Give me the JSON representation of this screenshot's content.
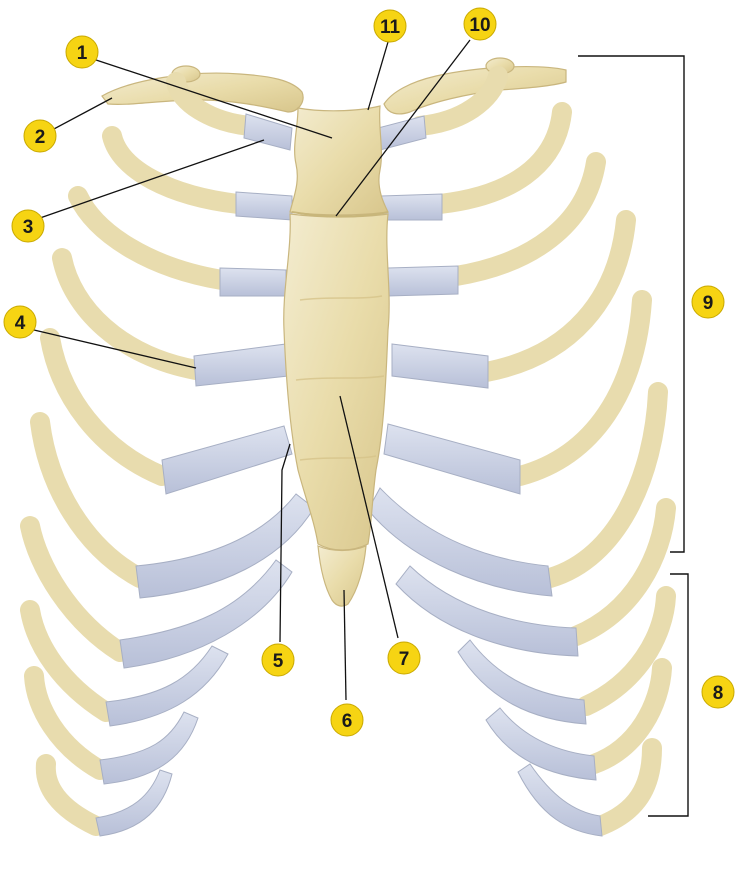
{
  "colors": {
    "bone": "#efe6c2",
    "bone_shade": "#d9c98f",
    "cartilage": "#c6cde2",
    "label_fill": "#f6d413",
    "line": "#111111"
  },
  "labels": [
    {
      "id": "1",
      "text": "1"
    },
    {
      "id": "2",
      "text": "2"
    },
    {
      "id": "3",
      "text": "3"
    },
    {
      "id": "4",
      "text": "4"
    },
    {
      "id": "5",
      "text": "5"
    },
    {
      "id": "6",
      "text": "6"
    },
    {
      "id": "7",
      "text": "7"
    },
    {
      "id": "8",
      "text": "8"
    },
    {
      "id": "9",
      "text": "9"
    },
    {
      "id": "10",
      "text": "10"
    },
    {
      "id": "11",
      "text": "11"
    }
  ]
}
